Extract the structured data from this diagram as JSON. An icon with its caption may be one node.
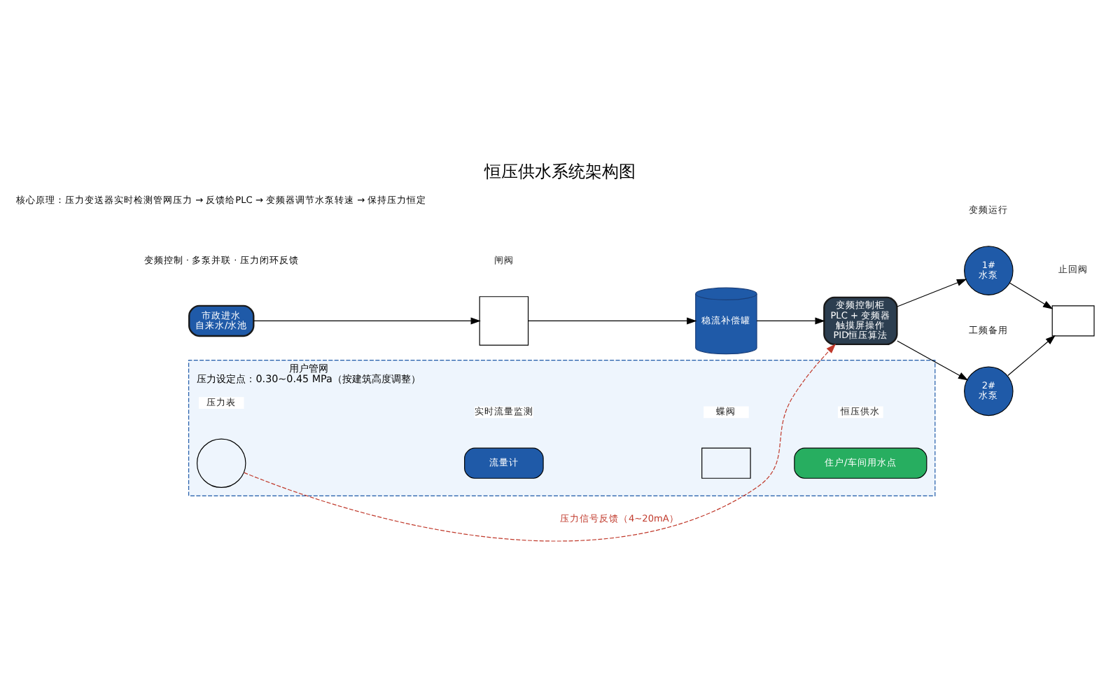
{
  "diagram": {
    "title": "恒压供水系统架构图",
    "nodes": [
      {
        "text": [
          "市政进水",
          "自来水/水池"
        ]
      },
      {
        "text": [],
        "shape": "box",
        "beside": [
          "闸阀"
        ]
      },
      {
        "text": [
          "稳流补偿罐"
        ]
      },
      {
        "text": [
          "变频控制柜",
          "PLC + 变频器",
          "触摸屏操作",
          "PID恒压算法"
        ]
      },
      {
        "text": [
          "1#",
          "水泵"
        ],
        "beside": [
          "变频运行"
        ]
      },
      {
        "text": [
          "2#",
          "水泵"
        ],
        "beside": [
          "工频备用"
        ]
      },
      {
        "text": [],
        "shape": "box",
        "beside": [
          "止回阀"
        ]
      },
      {
        "text": [
          "用户管网",
          "压力设定点：0.30~0.45 MPa（按建筑高度调整）"
        ]
      },
      {
        "text": [],
        "shape": "circle",
        "beside": [
          "压力表"
        ],
        "in": 7
      },
      {
        "text": [
          "流量计"
        ],
        "beside": [
          "实时流量监测"
        ],
        "in": 7
      },
      {
        "text": [],
        "shape": "box",
        "beside": [
          "蝶阀"
        ],
        "in": 7
      },
      {
        "text": [
          "住户/车间用水点"
        ],
        "beside": [
          "恒压供水"
        ],
        "in": 7
      }
    ],
    "edges": [
      {
        "from": 0,
        "to": 1,
        "arrow": "to"
      },
      {
        "from": 1,
        "to": 2,
        "arrow": "to"
      },
      {
        "from": 2,
        "to": 3,
        "arrow": "to"
      },
      {
        "from": 3,
        "to": 4,
        "arrow": "to"
      },
      {
        "from": 3,
        "to": 5,
        "arrow": "to"
      },
      {
        "from": 4,
        "to": 6,
        "arrow": "to"
      },
      {
        "from": 5,
        "to": 6,
        "arrow": "to"
      },
      {
        "from": 8,
        "to": 3,
        "arrow": "to",
        "label": "压力信号反馈（4~20mA）",
        "style": "dashed",
        "color": "#c0392b"
      }
    ],
    "labels": [
      "变频控制 · 多泵并联 · 压力闭环反馈",
      "核心原理：压力变送器实时检测管网压力 → 反馈给PLC → 变频器调节水泵转速 → 保持压力恒定"
    ]
  }
}
